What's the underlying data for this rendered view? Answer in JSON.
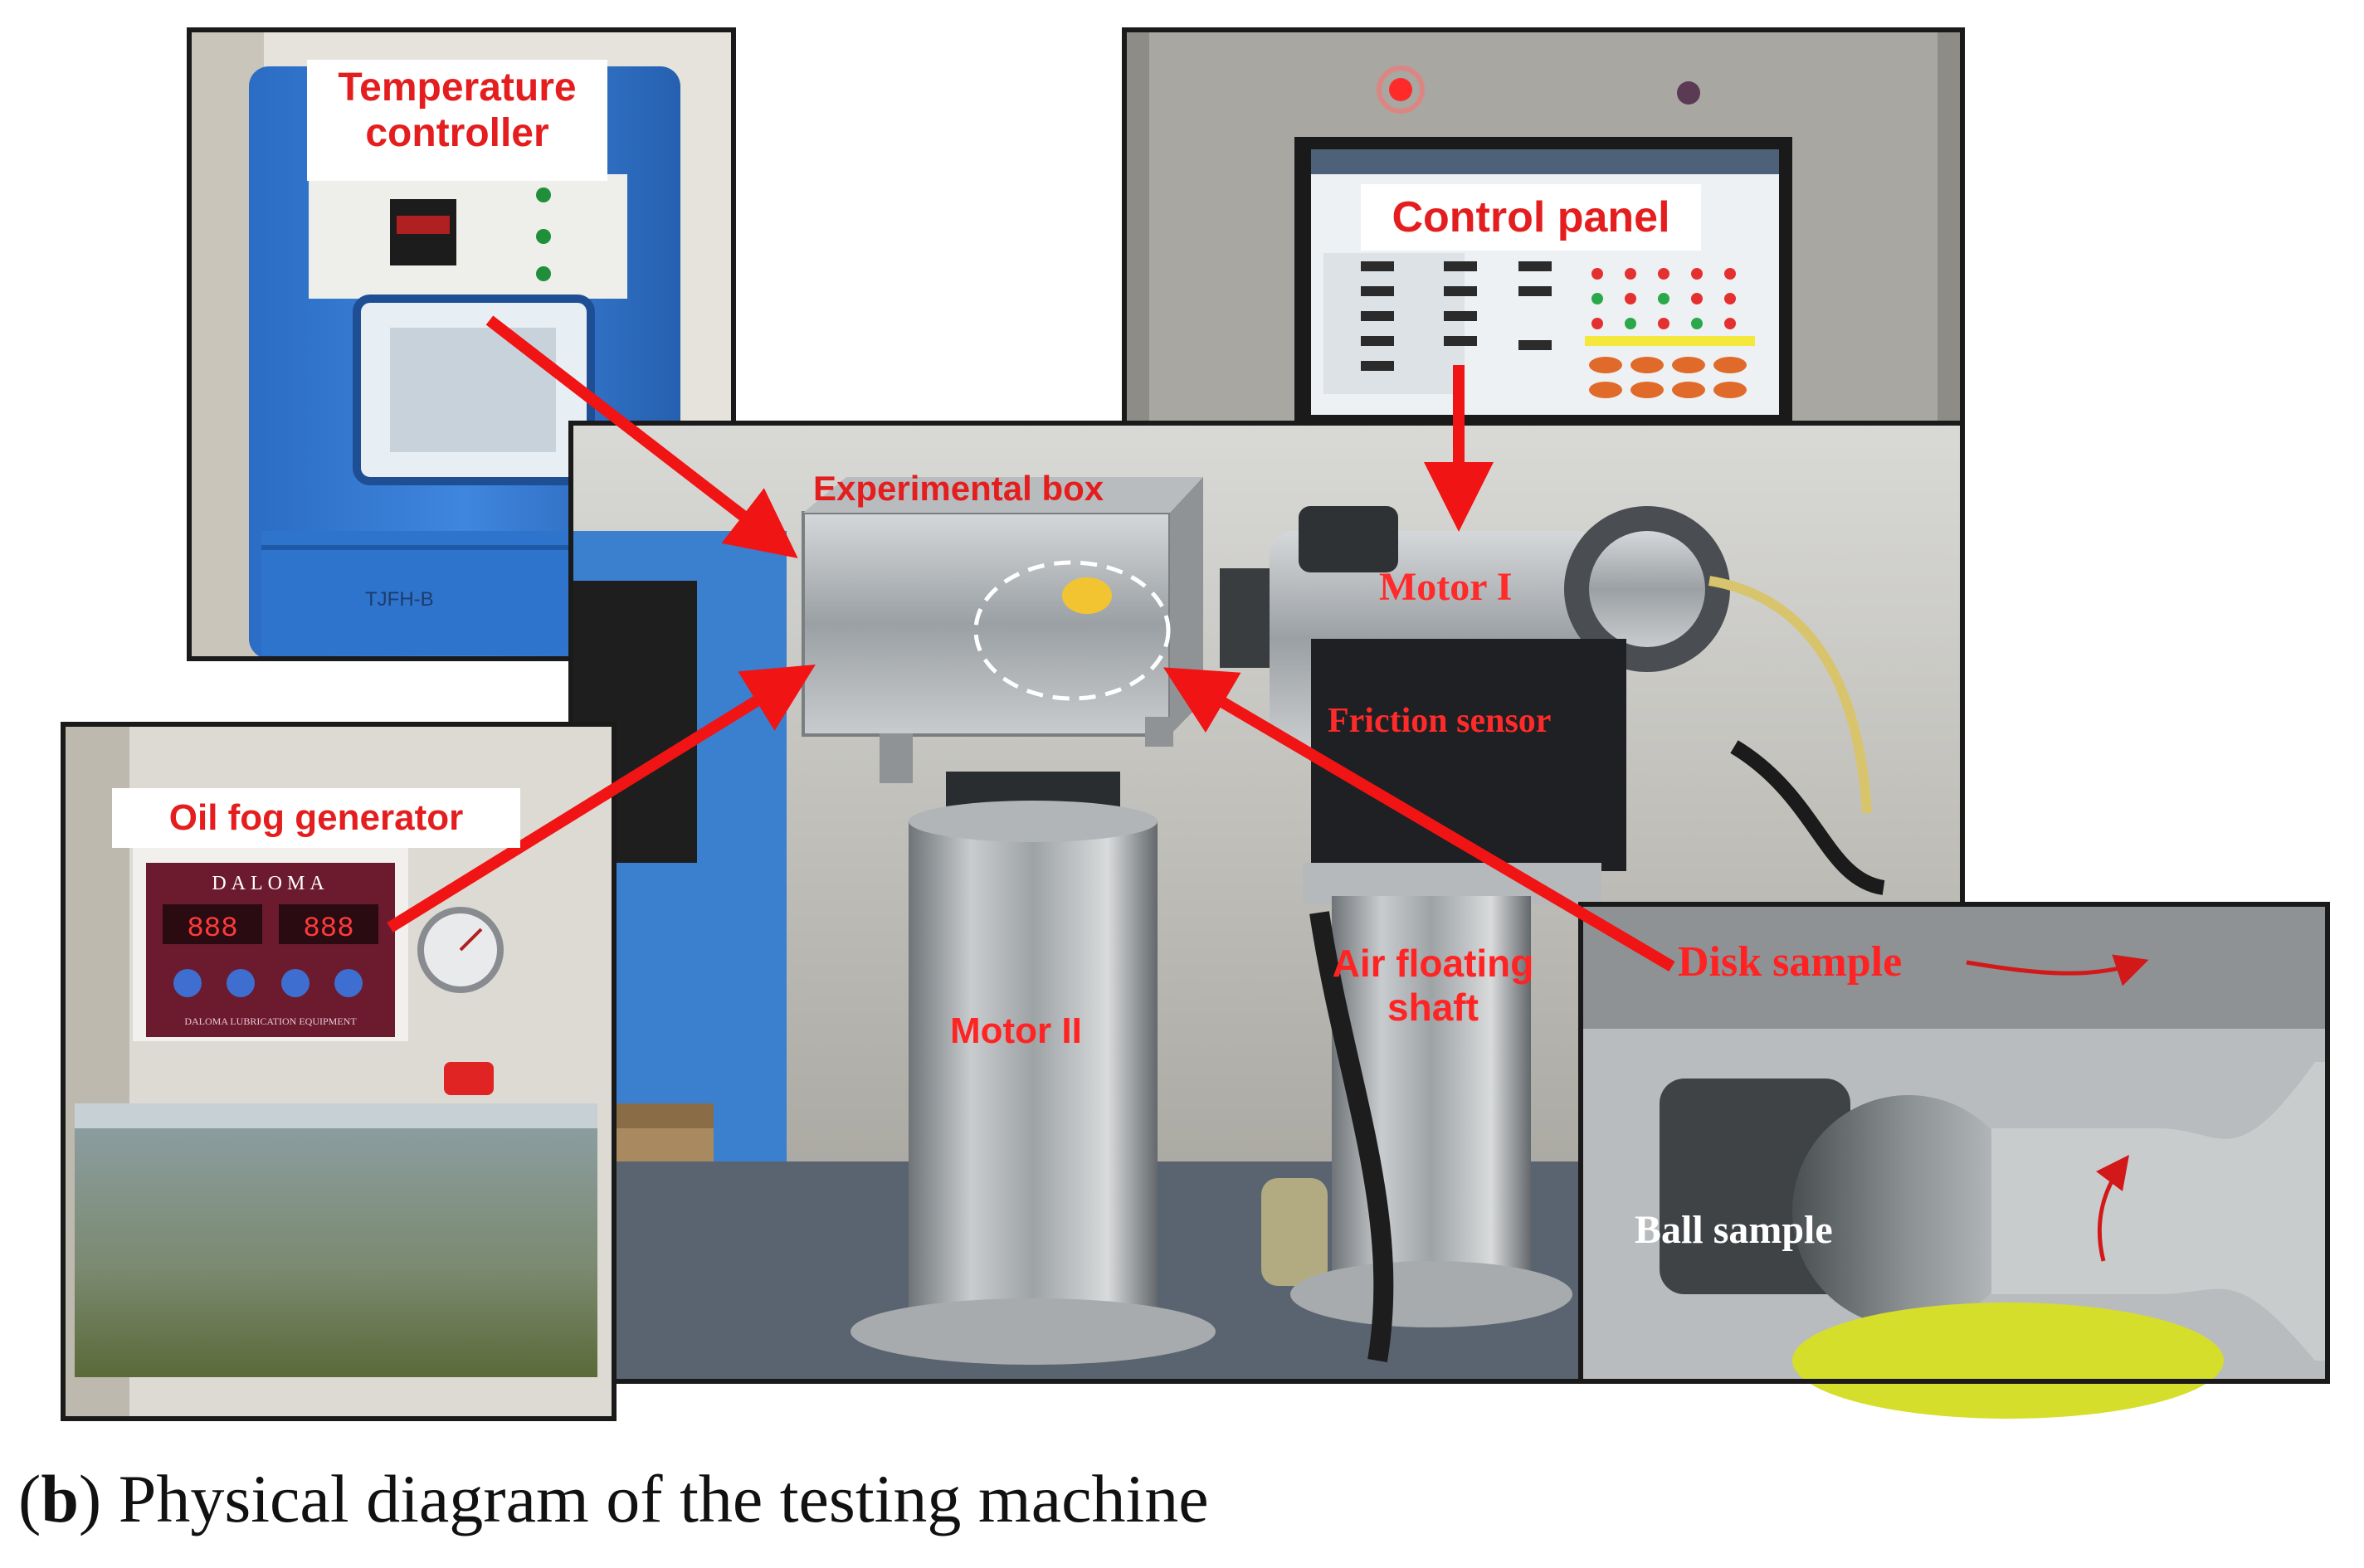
{
  "labels": {
    "temperature_controller_line1": "Temperature",
    "temperature_controller_line2": "controller",
    "control_panel": "Control panel",
    "experimental_box": "Experimental box",
    "motor_1": "Motor I",
    "friction_sensor": "Friction sensor",
    "oil_fog_generator": "Oil fog generator",
    "motor_2": "Motor II",
    "air_floating_shaft_line1": "Air floating",
    "air_floating_shaft_line2": "shaft",
    "disk_sample": "Disk sample",
    "ball_sample": "Ball sample"
  },
  "device_text": {
    "daloma_brand": "DALOMA",
    "daloma_subtitle": "DALOMA LUBRICATION EQUIPMENT",
    "display_left": "888",
    "display_right": "888",
    "chamber_brand": "TJFH-B"
  },
  "caption": {
    "letter": "b",
    "text": " Physical diagram of the testing machine"
  },
  "colors": {
    "label_red": "#e41e1e",
    "arrow_red": "#f01414",
    "frame": "#1a1a1a"
  }
}
